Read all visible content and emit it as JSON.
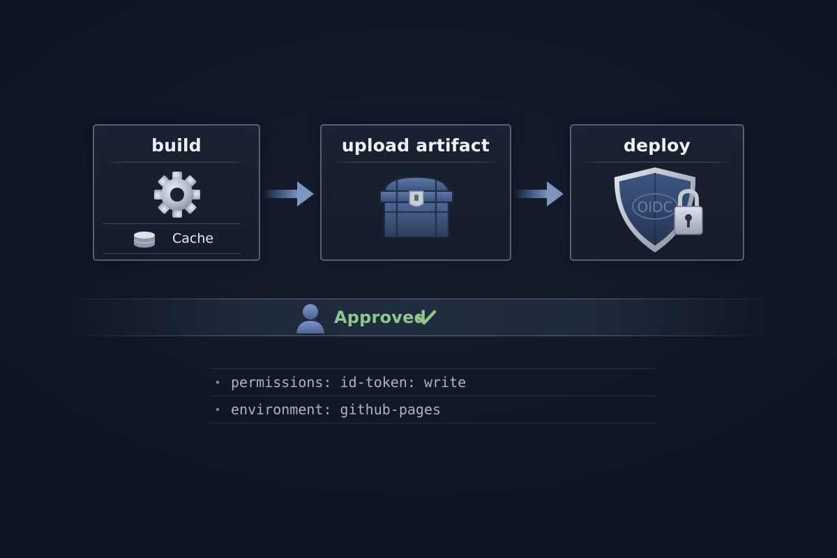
{
  "pipeline": {
    "stages": [
      {
        "id": "build",
        "title": "build",
        "icon": "gear-icon",
        "cache_label": "Cache",
        "cache_icon": "database-icon"
      },
      {
        "id": "upload",
        "title": "upload artifact",
        "icon": "treasure-chest-icon"
      },
      {
        "id": "deploy",
        "title": "deploy",
        "icon": "shield-lock-icon",
        "badge_text": "OIDC"
      }
    ],
    "connector_icon": "arrow-right-icon"
  },
  "approval": {
    "label": "Approved",
    "icon": "user-icon",
    "status_icon": "checkmark-icon",
    "color": "#8fc88a"
  },
  "config": {
    "items": [
      "permissions: id-token: write",
      "environment: github-pages"
    ]
  },
  "colors": {
    "background": "#121826",
    "panel_border": "#55607a",
    "accent_blue": "#5d7aa8",
    "success": "#8fc88a"
  }
}
